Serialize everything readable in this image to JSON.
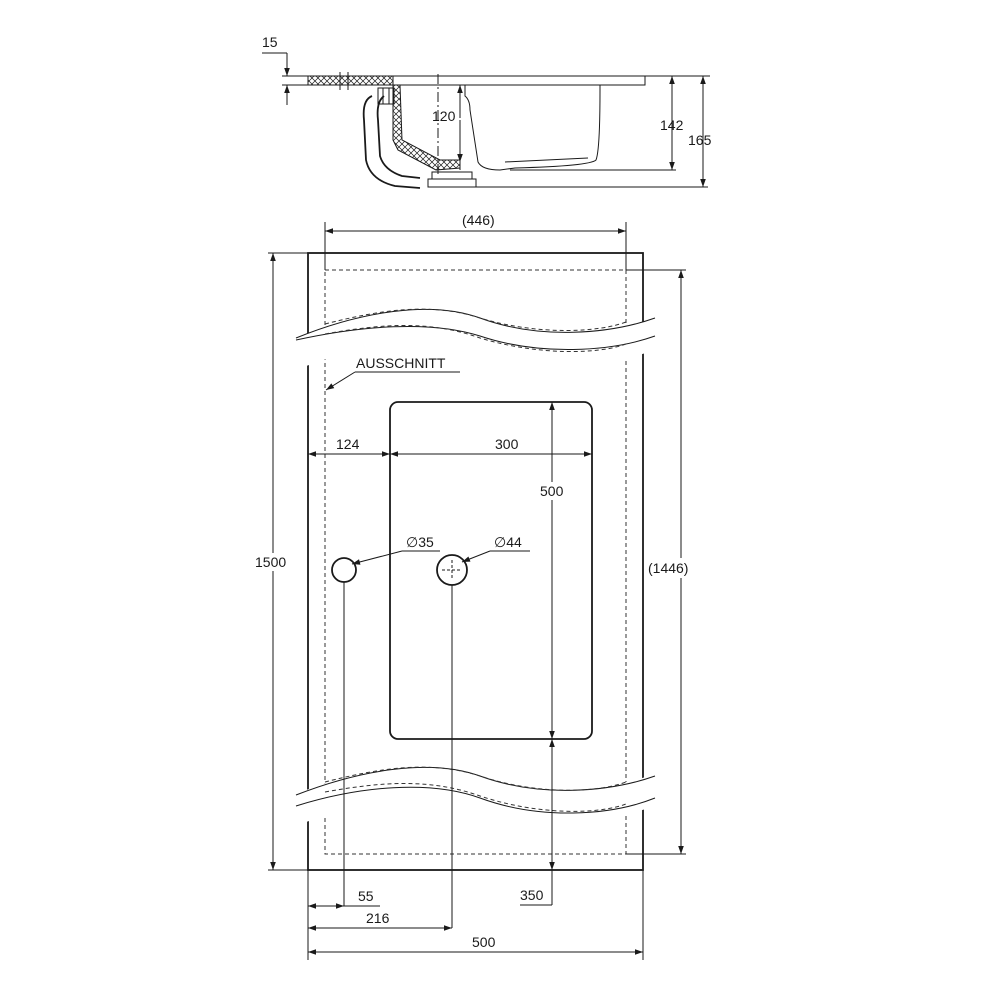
{
  "section_view": {
    "dim_rim_thickness": "15",
    "dim_bowl_depth": "120",
    "dim_height_inner": "142",
    "dim_height_total": "165"
  },
  "plan_view": {
    "dim_cutout_width": "(446)",
    "dim_cutout_length": "(1446)",
    "dim_total_length": "1500",
    "cutout_label": "AUSSCHNITT",
    "dim_bowl_offset": "124",
    "dim_bowl_width": "300",
    "dim_bowl_length": "500",
    "hole_small_label": "∅35",
    "hole_large_label": "∅44",
    "dim_hole_small_pos": "55",
    "dim_hole_large_pos": "216",
    "dim_bowl_end_pos": "350",
    "dim_total_width": "500"
  }
}
